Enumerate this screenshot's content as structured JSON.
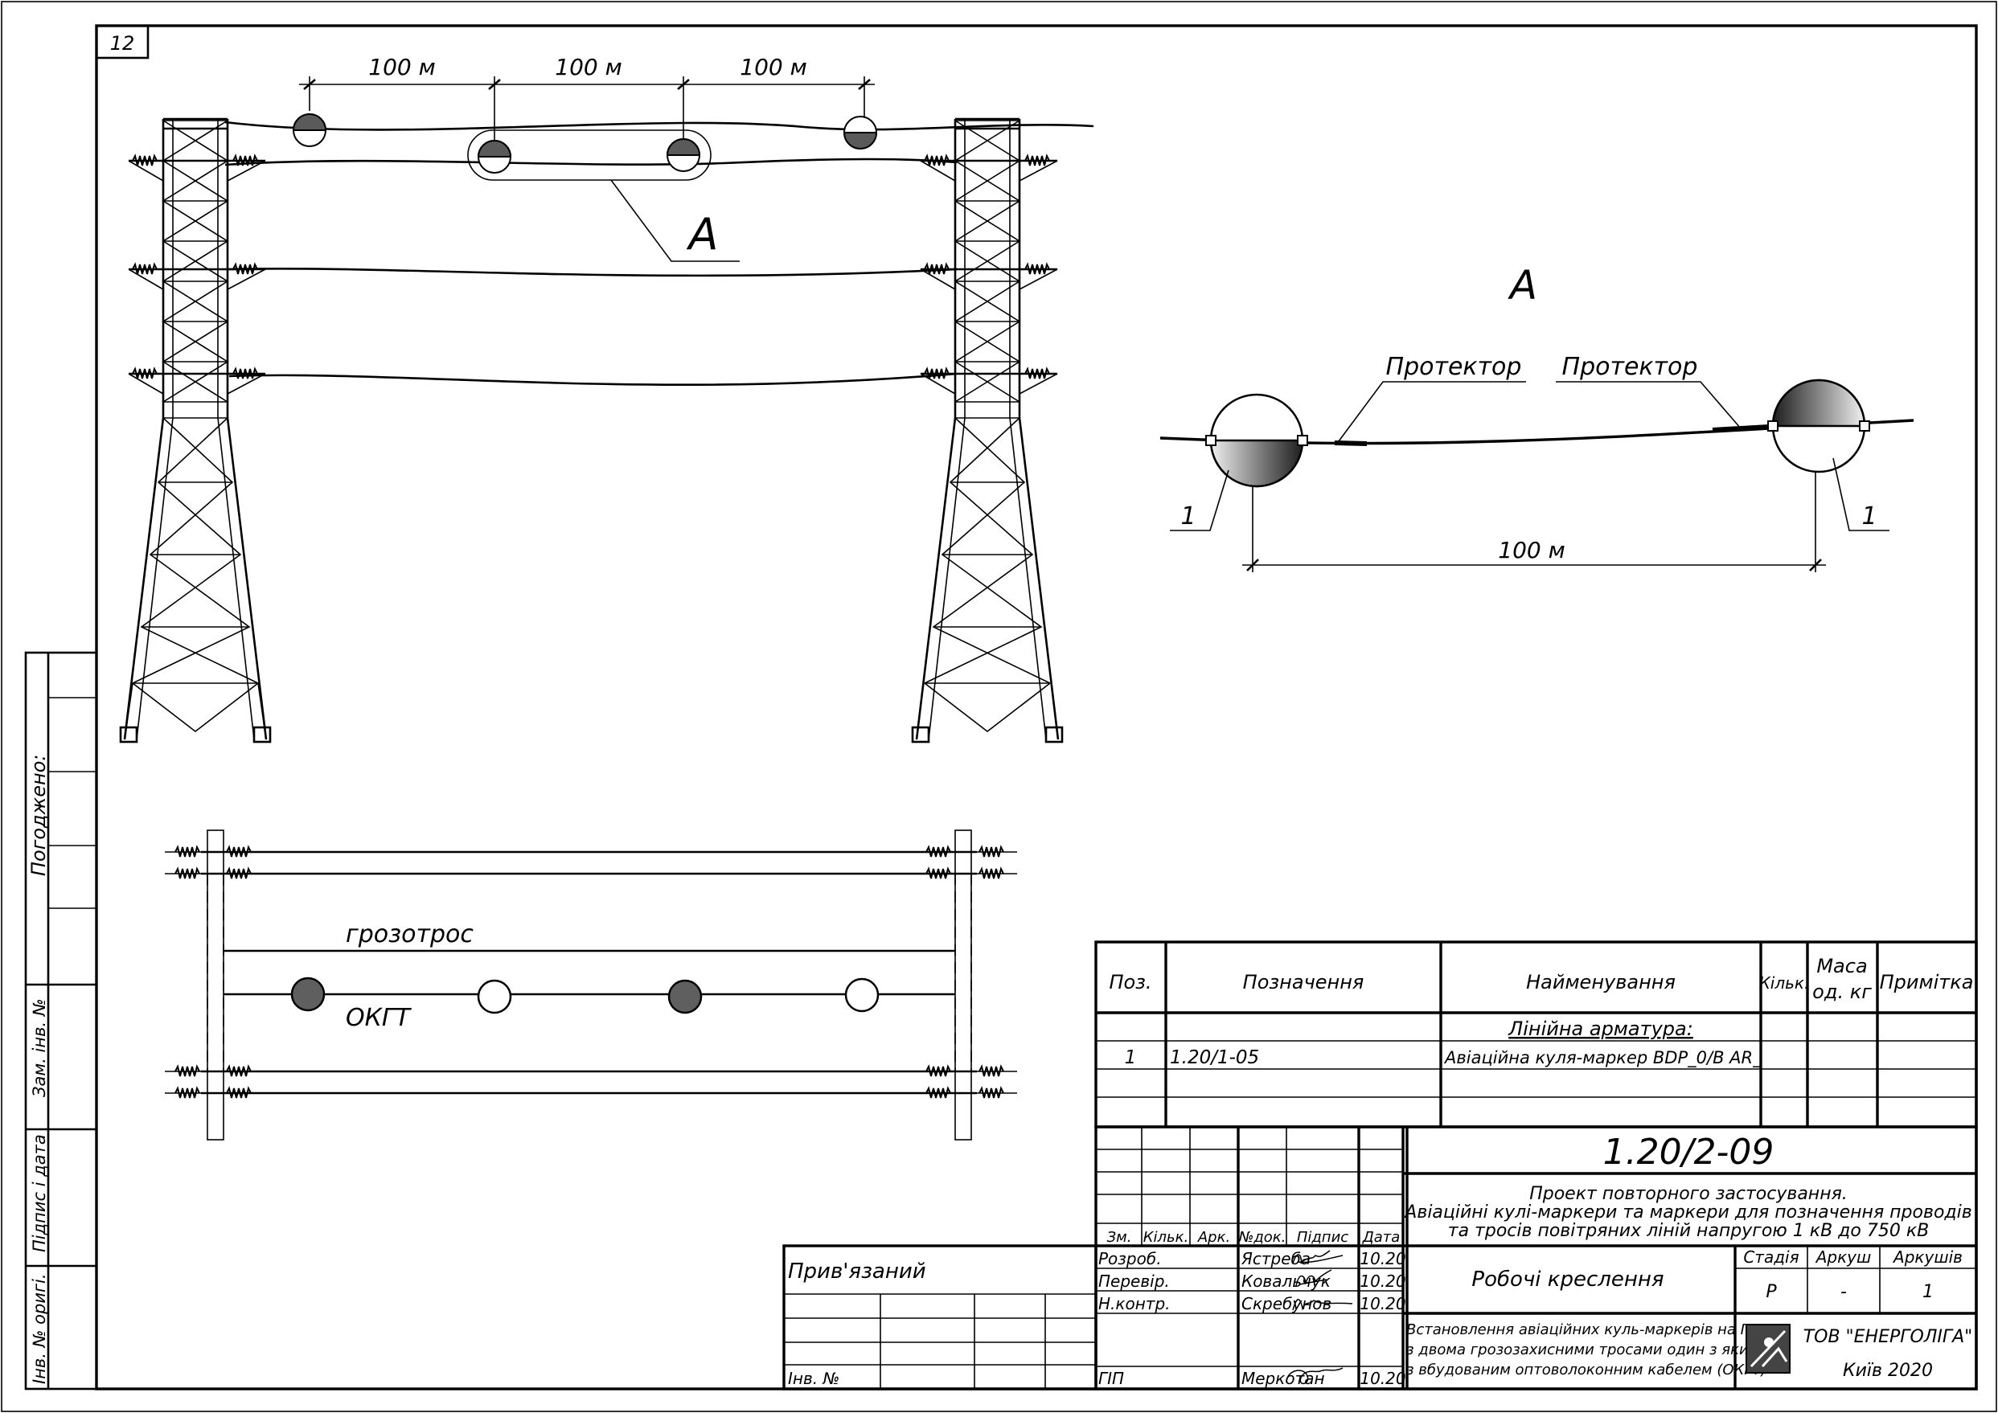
{
  "sheet": {
    "number": "12"
  },
  "elevation": {
    "spacing_labels": [
      "100 м",
      "100 м",
      "100 м"
    ],
    "callout": "A"
  },
  "detail": {
    "title": "A",
    "protector_labels": [
      "Протектор",
      "Протектор"
    ],
    "position_labels": [
      "1",
      "1"
    ],
    "spacing_label": "100 м"
  },
  "plan": {
    "ground_wire_label": "грозотрос",
    "opgw_label": "ОКГТ"
  },
  "side_stamp": {
    "agreed": "Погоджено:",
    "replace_inv": "Зам. інв. №",
    "sign_date": "Підпис і дата",
    "inv_orig": "Інв. № оригі."
  },
  "spec_table": {
    "headers": {
      "pos": "Поз.",
      "designation": "Позначення",
      "name": "Найменування",
      "qty": "Кільк.",
      "mass_line1": "Маса",
      "mass_line2": "од. кг",
      "note": "Примітка"
    },
    "section": "Лінійна арматура:",
    "rows": [
      {
        "pos": "1",
        "designation": "1.20/1-05",
        "name": "Авіаційна куля-маркер BDP_0/B AR_"
      }
    ]
  },
  "title_block": {
    "code": "1.20/2-09",
    "project_lines": [
      "Проект повторного застосування.",
      "Авіаційні кулі-маркери та маркери для позначення проводів",
      "та тросів повітряних ліній напругою 1 кВ до 750 кВ"
    ],
    "rev_headers": [
      "Зм.",
      "Кільк.",
      "Арк.",
      "№док.",
      "Підпис",
      "Дата"
    ],
    "people": [
      {
        "role": "Розроб.",
        "name": "Ястреба",
        "date": "10.20"
      },
      {
        "role": "Перевір.",
        "name": "Ковальчук",
        "date": "10.20"
      },
      {
        "role": "Н.контр.",
        "name": "Скребунов",
        "date": "10.20"
      },
      {
        "role": "ГІП",
        "name": "Меркотан",
        "date": "10.20"
      }
    ],
    "bound": "Прив'язаний",
    "inv_no": "Інв. №",
    "doc_type": "Робочі креслення",
    "stage_header": "Стадія",
    "sheet_header": "Аркуш",
    "sheets_header": "Аркушів",
    "stage": "Р",
    "sheet": "-",
    "sheets": "1",
    "drawing_title_lines": [
      "Встановлення авіаційних куль-маркерів на ПЛ",
      "з двома грозозахисними тросами один з яких",
      "з вбудованим оптоволоконним кабелем (ОКГТ)"
    ],
    "company": "ТОВ \"ЕНЕРГОЛІГА\"",
    "city_year": "Київ 2020"
  }
}
